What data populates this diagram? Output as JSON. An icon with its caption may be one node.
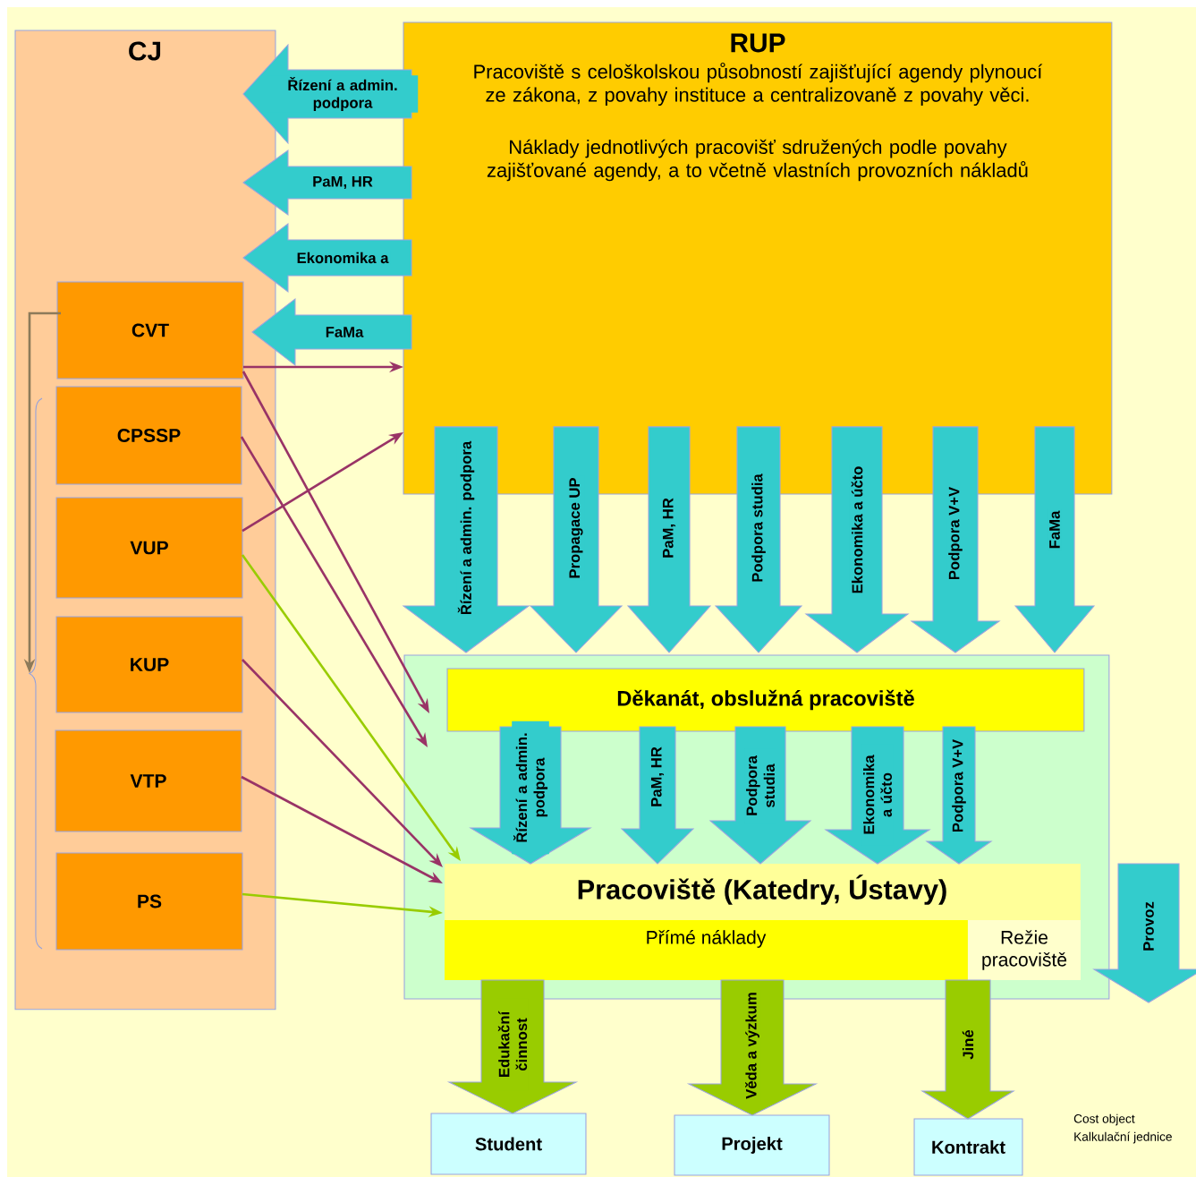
{
  "diagram": {
    "nodes": [
      {
        "text": [
          "CJ"
        ]
      },
      {
        "text": [
          "CVT"
        ],
        "in": 0
      },
      {
        "text": [
          "CPSSP"
        ],
        "in": 0
      },
      {
        "text": [
          "VUP"
        ],
        "in": 0
      },
      {
        "text": [
          "KUP"
        ],
        "in": 0
      },
      {
        "text": [
          "VTP"
        ],
        "in": 0
      },
      {
        "text": [
          "PS"
        ],
        "in": 0
      },
      {
        "text": [
          "RUP",
          "Pracoviště s celoškolskou působností zajišťující agendy plynoucí ze zákona, z povahy instituce a centralizovaně z povahy věci.",
          "Náklady jednotlivých pracovišť sdružených podle povahy zajišťované agendy, a to včetně vlastních provozních nákladů"
        ]
      },
      {
        "text": [],
        "shape": "box"
      },
      {
        "text": [
          "Děkanát, obslužná pracoviště"
        ],
        "in": 8
      },
      {
        "text": [
          "Pracoviště (Katedry, Ústavy)"
        ],
        "in": 8
      },
      {
        "text": [
          "Přímé náklady"
        ],
        "in": 8
      },
      {
        "text": [
          "Režie pracoviště"
        ],
        "in": 8
      },
      {
        "text": [
          "Student"
        ]
      },
      {
        "text": [
          "Projekt"
        ]
      },
      {
        "text": [
          "Kontrakt"
        ]
      }
    ],
    "edges": [
      {
        "from": 7,
        "to": 0,
        "arrow": "to",
        "label": "Řízení a admin. podpora"
      },
      {
        "from": 7,
        "to": 0,
        "arrow": "to",
        "label": "PaM, HR"
      },
      {
        "from": 7,
        "to": 0,
        "arrow": "to",
        "label": "Ekonomika a"
      },
      {
        "from": 7,
        "to": 0,
        "arrow": "to",
        "label": "FaMa"
      },
      {
        "from": 7,
        "to": 8,
        "arrow": "to",
        "label": "Řízení a admin. podpora"
      },
      {
        "from": 7,
        "to": 8,
        "arrow": "to",
        "label": "Propagace UP"
      },
      {
        "from": 7,
        "to": 8,
        "arrow": "to",
        "label": "PaM, HR"
      },
      {
        "from": 7,
        "to": 8,
        "arrow": "to",
        "label": "Podpora studia"
      },
      {
        "from": 7,
        "to": 8,
        "arrow": "to",
        "label": "Ekonomika a účto"
      },
      {
        "from": 7,
        "to": 8,
        "arrow": "to",
        "label": "Podpora V+V"
      },
      {
        "from": 7,
        "to": 8,
        "arrow": "to",
        "label": "FaMa"
      },
      {
        "from": 9,
        "to": 10,
        "arrow": "to",
        "label": "Řízení a admin. podpora"
      },
      {
        "from": 9,
        "to": 10,
        "arrow": "to",
        "label": "PaM, HR"
      },
      {
        "from": 9,
        "to": 10,
        "arrow": "to",
        "label": "Podpora studia"
      },
      {
        "from": 9,
        "to": 10,
        "arrow": "to",
        "label": "Ekonomika a účto"
      },
      {
        "from": 9,
        "to": 10,
        "arrow": "to",
        "label": "Podpora V+V"
      },
      {
        "from": 10,
        "to": null,
        "arrow": "to",
        "label": "Provoz"
      },
      {
        "from": 11,
        "to": 13,
        "arrow": "to",
        "label": "Edukační činnost",
        "color": "#99cc00"
      },
      {
        "from": 11,
        "to": 14,
        "arrow": "to",
        "label": "Věda a výzkum",
        "color": "#99cc00"
      },
      {
        "from": 11,
        "to": 15,
        "arrow": "to",
        "label": "Jiné",
        "color": "#99cc00"
      },
      {
        "from": 1,
        "to": 7,
        "arrow": "to",
        "color": "#993366"
      },
      {
        "from": 1,
        "to": 8,
        "arrow": "to",
        "color": "#993366"
      },
      {
        "from": 2,
        "to": 8,
        "arrow": "to",
        "color": "#993366"
      },
      {
        "from": 3,
        "to": 7,
        "arrow": "to",
        "color": "#993366"
      },
      {
        "from": 3,
        "to": 10,
        "arrow": "to",
        "color": "#99cc00"
      },
      {
        "from": 4,
        "to": 10,
        "arrow": "to",
        "color": "#993366"
      },
      {
        "from": 5,
        "to": 10,
        "arrow": "to",
        "color": "#993366"
      },
      {
        "from": 6,
        "to": 10,
        "arrow": "to",
        "color": "#99cc00"
      },
      {
        "from": 1,
        "to": null,
        "arrow": "to",
        "color": "#8c7a5a"
      }
    ],
    "labels": [
      "Cost object",
      "Kalkulační jednice"
    ]
  }
}
